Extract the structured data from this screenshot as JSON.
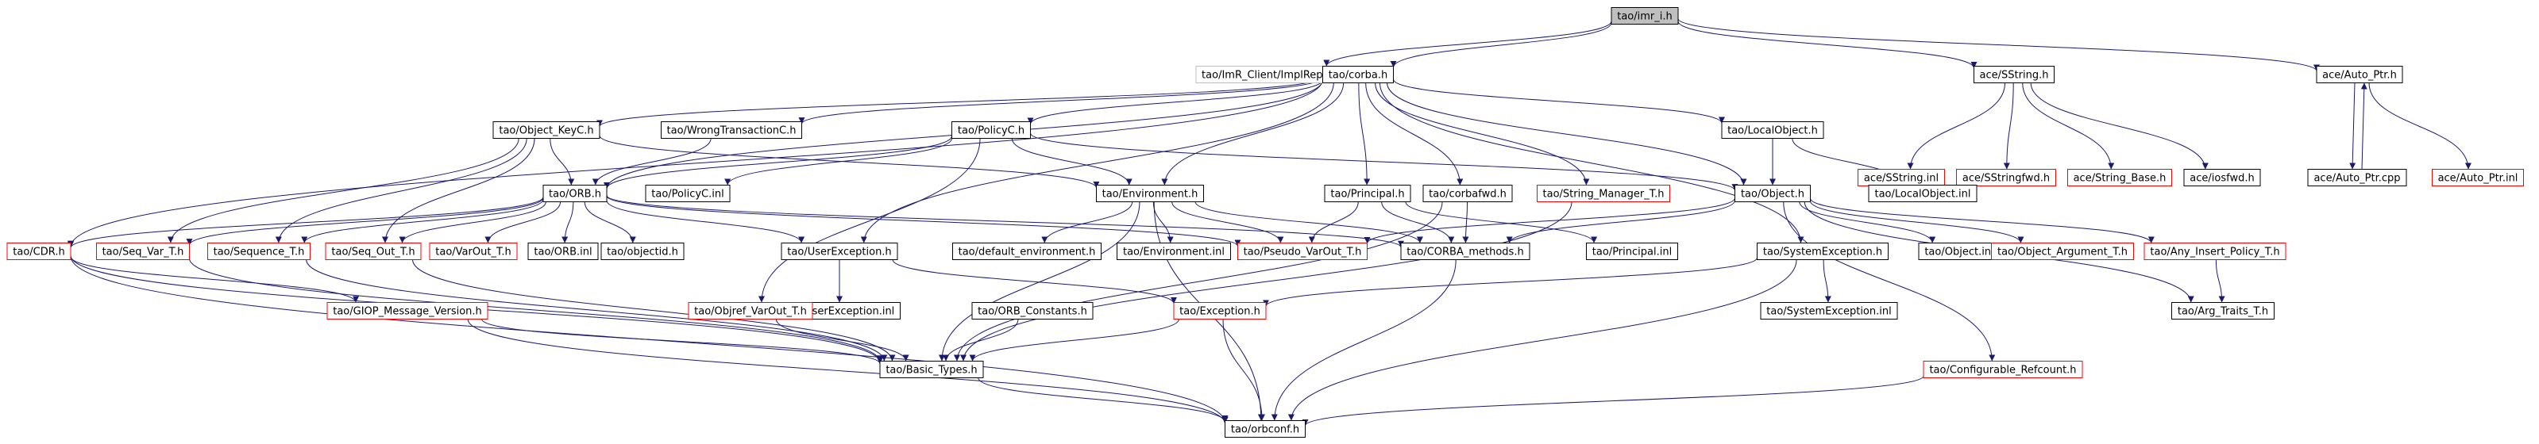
{
  "colors": {
    "node_border": "#000000",
    "missing_border": "#ff0000",
    "external_border": "#bfbfbf",
    "current_fill": "#bfbfbf",
    "edge_stroke": "#191970",
    "text": "#000000"
  },
  "nodes": [
    {
      "id": "imr_i",
      "label": "tao/imr_i.h",
      "style": "current"
    },
    {
      "id": "implrepoc",
      "label": "tao/ImR_Client/ImplRepoC.h",
      "style": "external"
    },
    {
      "id": "corba",
      "label": "tao/corba.h",
      "style": "normal"
    },
    {
      "id": "sstring",
      "label": "ace/SString.h",
      "style": "normal"
    },
    {
      "id": "autoptr",
      "label": "ace/Auto_Ptr.h",
      "style": "normal"
    },
    {
      "id": "objkeyc",
      "label": "tao/Object_KeyC.h",
      "style": "normal"
    },
    {
      "id": "wrongtx",
      "label": "tao/WrongTransactionC.h",
      "style": "normal"
    },
    {
      "id": "policyc",
      "label": "tao/PolicyC.h",
      "style": "normal"
    },
    {
      "id": "localobj",
      "label": "tao/LocalObject.h",
      "style": "normal"
    },
    {
      "id": "sstring_inl",
      "label": "ace/SString.inl",
      "style": "missing"
    },
    {
      "id": "sstringfwd",
      "label": "ace/SStringfwd.h",
      "style": "missing"
    },
    {
      "id": "stringbase",
      "label": "ace/String_Base.h",
      "style": "missing"
    },
    {
      "id": "iosfwd",
      "label": "ace/iosfwd.h",
      "style": "normal"
    },
    {
      "id": "autoptr_cpp",
      "label": "ace/Auto_Ptr.cpp",
      "style": "normal"
    },
    {
      "id": "autoptr_inl",
      "label": "ace/Auto_Ptr.inl",
      "style": "missing"
    },
    {
      "id": "orb",
      "label": "tao/ORB.h",
      "style": "normal"
    },
    {
      "id": "policyc_inl",
      "label": "tao/PolicyC.inl",
      "style": "normal"
    },
    {
      "id": "environment",
      "label": "tao/Environment.h",
      "style": "normal"
    },
    {
      "id": "principal",
      "label": "tao/Principal.h",
      "style": "normal"
    },
    {
      "id": "corbafwd",
      "label": "tao/corbafwd.h",
      "style": "normal"
    },
    {
      "id": "stringmgr",
      "label": "tao/String_Manager_T.h",
      "style": "missing"
    },
    {
      "id": "object",
      "label": "tao/Object.h",
      "style": "normal"
    },
    {
      "id": "localobj_inl",
      "label": "tao/LocalObject.inl",
      "style": "normal"
    },
    {
      "id": "cdr",
      "label": "tao/CDR.h",
      "style": "missing"
    },
    {
      "id": "seqvar",
      "label": "tao/Seq_Var_T.h",
      "style": "missing"
    },
    {
      "id": "sequence",
      "label": "tao/Sequence_T.h",
      "style": "missing"
    },
    {
      "id": "seqout",
      "label": "tao/Seq_Out_T.h",
      "style": "missing"
    },
    {
      "id": "varout",
      "label": "tao/VarOut_T.h",
      "style": "missing"
    },
    {
      "id": "orb_inl",
      "label": "tao/ORB.inl",
      "style": "normal"
    },
    {
      "id": "objectid",
      "label": "tao/objectid.h",
      "style": "normal"
    },
    {
      "id": "userexc",
      "label": "tao/UserException.h",
      "style": "normal"
    },
    {
      "id": "defenv",
      "label": "tao/default_environment.h",
      "style": "normal"
    },
    {
      "id": "env_inl",
      "label": "tao/Environment.inl",
      "style": "normal"
    },
    {
      "id": "pseudovar",
      "label": "tao/Pseudo_VarOut_T.h",
      "style": "missing"
    },
    {
      "id": "corbamethods",
      "label": "tao/CORBA_methods.h",
      "style": "normal"
    },
    {
      "id": "principal_inl",
      "label": "tao/Principal.inl",
      "style": "normal"
    },
    {
      "id": "sysexc",
      "label": "tao/SystemException.h",
      "style": "normal"
    },
    {
      "id": "object_inl",
      "label": "tao/Object.inl",
      "style": "normal"
    },
    {
      "id": "objarg",
      "label": "tao/Object_Argument_T.h",
      "style": "missing"
    },
    {
      "id": "anyinsert",
      "label": "tao/Any_Insert_Policy_T.h",
      "style": "missing"
    },
    {
      "id": "giop",
      "label": "tao/GIOP_Message_Version.h",
      "style": "missing"
    },
    {
      "id": "userexc_inl",
      "label": "tao/UserException.inl",
      "style": "normal"
    },
    {
      "id": "orbconst",
      "label": "tao/ORB_Constants.h",
      "style": "normal"
    },
    {
      "id": "exception",
      "label": "tao/Exception.h",
      "style": "missing"
    },
    {
      "id": "sysexc_inl",
      "label": "tao/SystemException.inl",
      "style": "normal"
    },
    {
      "id": "argtraits",
      "label": "tao/Arg_Traits_T.h",
      "style": "normal"
    },
    {
      "id": "objref",
      "label": "tao/Objref_VarOut_T.h",
      "style": "missing"
    },
    {
      "id": "basictypes",
      "label": "tao/Basic_Types.h",
      "style": "normal"
    },
    {
      "id": "configref",
      "label": "tao/Configurable_Refcount.h",
      "style": "missing"
    },
    {
      "id": "orbconf",
      "label": "tao/orbconf.h",
      "style": "normal"
    }
  ],
  "edges": [
    [
      "imr_i",
      "implrepoc"
    ],
    [
      "imr_i",
      "corba"
    ],
    [
      "imr_i",
      "sstring"
    ],
    [
      "imr_i",
      "autoptr"
    ],
    [
      "corba",
      "objkeyc"
    ],
    [
      "corba",
      "wrongtx"
    ],
    [
      "corba",
      "policyc"
    ],
    [
      "corba",
      "localobj"
    ],
    [
      "corba",
      "orb"
    ],
    [
      "corba",
      "environment"
    ],
    [
      "corba",
      "principal"
    ],
    [
      "corba",
      "corbafwd"
    ],
    [
      "corba",
      "stringmgr"
    ],
    [
      "corba",
      "object"
    ],
    [
      "corba",
      "cdr"
    ],
    [
      "corba",
      "userexc"
    ],
    [
      "corba",
      "sysexc"
    ],
    [
      "sstring",
      "sstring_inl"
    ],
    [
      "sstring",
      "sstringfwd"
    ],
    [
      "sstring",
      "stringbase"
    ],
    [
      "sstring",
      "iosfwd"
    ],
    [
      "autoptr",
      "autoptr_cpp"
    ],
    [
      "autoptr",
      "autoptr_inl"
    ],
    [
      "autoptr_cpp",
      "autoptr"
    ],
    [
      "objkeyc",
      "orb"
    ],
    [
      "objkeyc",
      "environment"
    ],
    [
      "objkeyc",
      "seqvar"
    ],
    [
      "objkeyc",
      "sequence"
    ],
    [
      "objkeyc",
      "seqout"
    ],
    [
      "wrongtx",
      "orb"
    ],
    [
      "policyc",
      "orb"
    ],
    [
      "policyc",
      "policyc_inl"
    ],
    [
      "policyc",
      "environment"
    ],
    [
      "policyc",
      "object"
    ],
    [
      "policyc",
      "objref"
    ],
    [
      "localobj",
      "object"
    ],
    [
      "localobj",
      "localobj_inl"
    ],
    [
      "orb",
      "cdr"
    ],
    [
      "orb",
      "seqvar"
    ],
    [
      "orb",
      "sequence"
    ],
    [
      "orb",
      "seqout"
    ],
    [
      "orb",
      "varout"
    ],
    [
      "orb",
      "orb_inl"
    ],
    [
      "orb",
      "objectid"
    ],
    [
      "orb",
      "userexc"
    ],
    [
      "orb",
      "pseudovar"
    ],
    [
      "orb",
      "corbamethods"
    ],
    [
      "environment",
      "defenv"
    ],
    [
      "environment",
      "env_inl"
    ],
    [
      "environment",
      "pseudovar"
    ],
    [
      "environment",
      "corbamethods"
    ],
    [
      "environment",
      "basictypes"
    ],
    [
      "environment",
      "orbconf"
    ],
    [
      "principal",
      "pseudovar"
    ],
    [
      "principal",
      "corbamethods"
    ],
    [
      "principal",
      "principal_inl"
    ],
    [
      "corbafwd",
      "corbamethods"
    ],
    [
      "corbafwd",
      "basictypes"
    ],
    [
      "stringmgr",
      "basictypes"
    ],
    [
      "object",
      "pseudovar"
    ],
    [
      "object",
      "corbamethods"
    ],
    [
      "object",
      "object_inl"
    ],
    [
      "object",
      "objarg"
    ],
    [
      "object",
      "anyinsert"
    ],
    [
      "object",
      "argtraits"
    ],
    [
      "object",
      "configref"
    ],
    [
      "cdr",
      "giop"
    ],
    [
      "cdr",
      "basictypes"
    ],
    [
      "cdr",
      "orbconf"
    ],
    [
      "seqvar",
      "basictypes"
    ],
    [
      "sequence",
      "basictypes"
    ],
    [
      "seqout",
      "basictypes"
    ],
    [
      "userexc",
      "userexc_inl"
    ],
    [
      "userexc",
      "exception"
    ],
    [
      "corbamethods",
      "orbconf"
    ],
    [
      "sysexc",
      "sysexc_inl"
    ],
    [
      "sysexc",
      "exception"
    ],
    [
      "sysexc",
      "orbconf"
    ],
    [
      "anyinsert",
      "argtraits"
    ],
    [
      "giop",
      "basictypes"
    ],
    [
      "giop",
      "orbconf"
    ],
    [
      "orbconst",
      "basictypes"
    ],
    [
      "exception",
      "basictypes"
    ],
    [
      "exception",
      "orbconf"
    ],
    [
      "objref",
      "basictypes"
    ],
    [
      "basictypes",
      "orbconf"
    ],
    [
      "configref",
      "orbconf"
    ]
  ]
}
